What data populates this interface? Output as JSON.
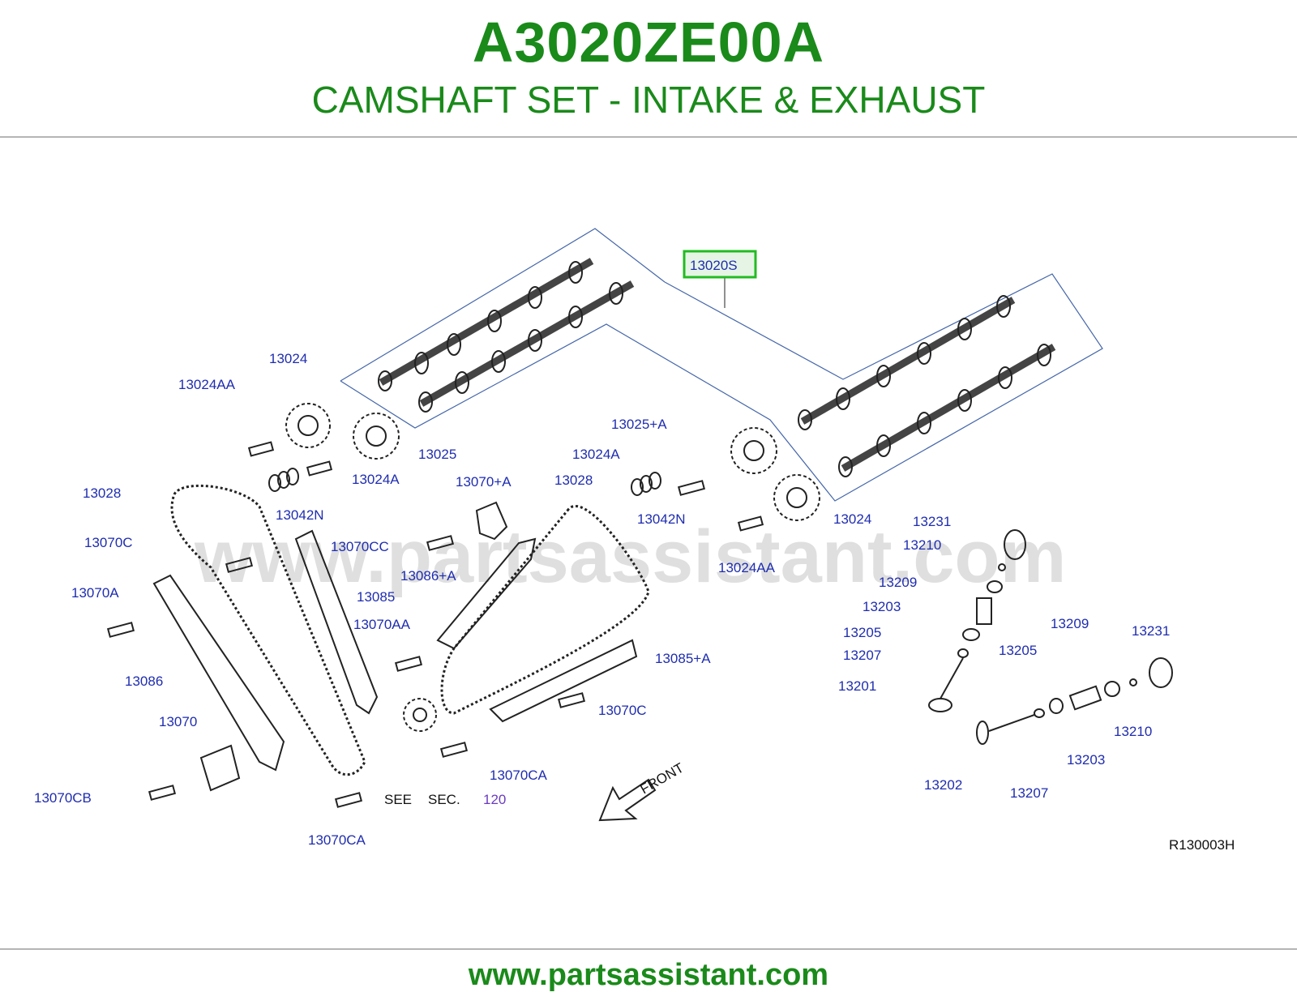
{
  "header": {
    "part_number": "A3020ZE00A",
    "subtitle": "CAMSHAFT SET - INTAKE & EXHAUST"
  },
  "footer": {
    "url": "www.partsassistant.com"
  },
  "watermark": "www.partsassistant.com",
  "highlight": {
    "label": "13020S",
    "color": "#22bb22"
  },
  "diagram_ref": "R130003H",
  "see_section": {
    "see": "SEE",
    "sec": "SEC.",
    "number": "120"
  },
  "front_label": "FRONT",
  "callouts": [
    "13024",
    "13024AA",
    "13025",
    "13024A",
    "13042N",
    "13028",
    "13070C",
    "13070CC",
    "13070+A",
    "13086+A",
    "13085",
    "13070A",
    "13070AA",
    "13086",
    "13070",
    "13070CB",
    "13070CA",
    "13028",
    "13025+A",
    "13024A",
    "13042N",
    "13024",
    "13024AA",
    "13085+A",
    "13070C",
    "13070CA",
    "13231",
    "13210",
    "13209",
    "13203",
    "13205",
    "13207",
    "13201",
    "13209",
    "13231",
    "13205",
    "13203",
    "13210",
    "13202",
    "13207"
  ]
}
